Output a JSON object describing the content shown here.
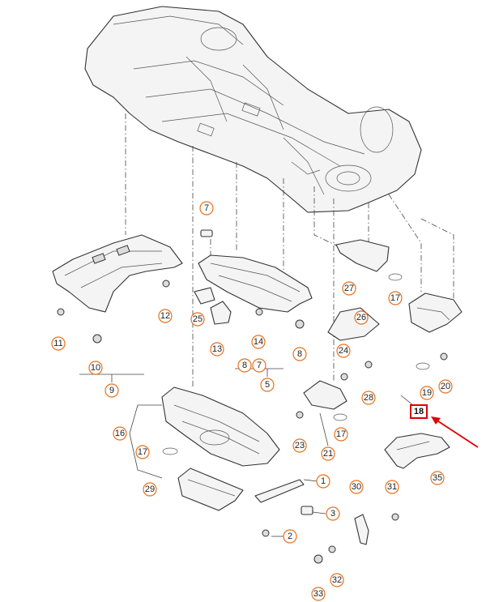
{
  "callouts": [
    {
      "id": "1",
      "label": "1"
    },
    {
      "id": "2",
      "label": "2"
    },
    {
      "id": "3",
      "label": "3"
    },
    {
      "id": "5",
      "label": "5"
    },
    {
      "id": "7a",
      "label": "7"
    },
    {
      "id": "7b",
      "label": "7"
    },
    {
      "id": "8a",
      "label": "8"
    },
    {
      "id": "8b",
      "label": "8"
    },
    {
      "id": "9",
      "label": "9"
    },
    {
      "id": "10",
      "label": "10"
    },
    {
      "id": "11",
      "label": "11"
    },
    {
      "id": "12",
      "label": "12"
    },
    {
      "id": "13",
      "label": "13"
    },
    {
      "id": "14",
      "label": "14"
    },
    {
      "id": "16",
      "label": "16"
    },
    {
      "id": "17a",
      "label": "17"
    },
    {
      "id": "17b",
      "label": "17"
    },
    {
      "id": "17c",
      "label": "17"
    },
    {
      "id": "19",
      "label": "19"
    },
    {
      "id": "20",
      "label": "20"
    },
    {
      "id": "21",
      "label": "21"
    },
    {
      "id": "23",
      "label": "23"
    },
    {
      "id": "24",
      "label": "24"
    },
    {
      "id": "25",
      "label": "25"
    },
    {
      "id": "26",
      "label": "26"
    },
    {
      "id": "27",
      "label": "27"
    },
    {
      "id": "28",
      "label": "28"
    },
    {
      "id": "29",
      "label": "29"
    },
    {
      "id": "30",
      "label": "30"
    },
    {
      "id": "31",
      "label": "31"
    },
    {
      "id": "32",
      "label": "32"
    },
    {
      "id": "33",
      "label": "33"
    },
    {
      "id": "35",
      "label": "35"
    }
  ],
  "highlighted": {
    "label": "18"
  },
  "colors": {
    "callout_ring": "#e8701a",
    "highlight": "#e00000"
  }
}
